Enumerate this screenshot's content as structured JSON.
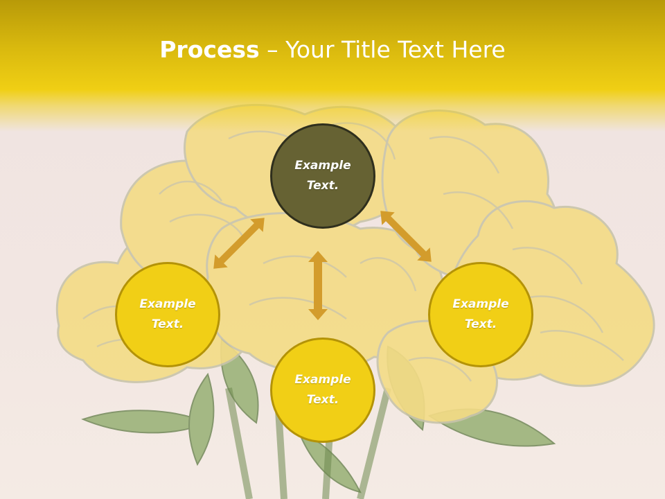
{
  "title": {
    "bold": "Process",
    "rest": " – Your Title Text Here"
  },
  "colors": {
    "accent": "#f1cf16",
    "dark_node": "#666233",
    "arrow": "#d39c2c",
    "title_band": "#e8c511"
  },
  "nodes": {
    "top": "Example\nText.",
    "left": "Example\nText.",
    "right": "Example\nText.",
    "bottom": "Example\nText."
  },
  "icons": [
    "rose-bouquet-background",
    "double-arrow-icon"
  ]
}
